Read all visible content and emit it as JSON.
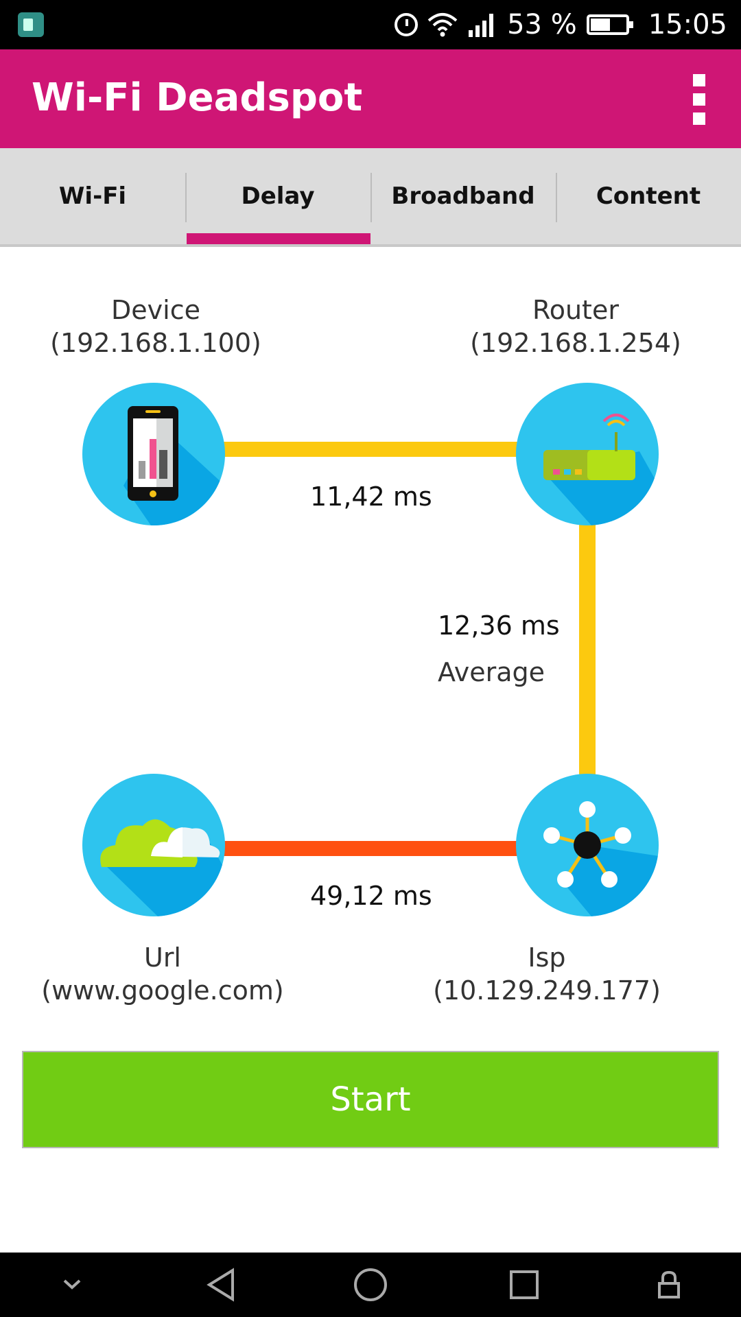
{
  "status_bar": {
    "battery_percent": "53 %",
    "time": "15:05"
  },
  "app_bar": {
    "title": "Wi-Fi Deadspot"
  },
  "tabs": [
    {
      "label": "Wi-Fi"
    },
    {
      "label": "Delay"
    },
    {
      "label": "Broadband"
    },
    {
      "label": "Content"
    }
  ],
  "active_tab": "Delay",
  "nodes": {
    "device": {
      "name": "Device",
      "address": "(192.168.1.100)",
      "icon": "smartphone-icon"
    },
    "router": {
      "name": "Router",
      "address": "(192.168.1.254)",
      "icon": "router-icon"
    },
    "url": {
      "name": "Url",
      "address": "(www.google.com)",
      "icon": "cloud-icon"
    },
    "isp": {
      "name": "Isp",
      "address": "(10.129.249.177)",
      "icon": "network-hub-icon"
    }
  },
  "links": {
    "device_router": {
      "delay": "11,42 ms",
      "color": "#fcc90f"
    },
    "router_isp": {
      "delay": "12,36 ms",
      "note": "Average",
      "color": "#fcc90f"
    },
    "isp_url": {
      "delay": "49,12 ms",
      "color": "#ff5010"
    }
  },
  "start_button": {
    "label": "Start"
  },
  "colors": {
    "brand": "#cf1675",
    "node_bg": "#2ec4ee",
    "start_green": "#71cc14"
  }
}
